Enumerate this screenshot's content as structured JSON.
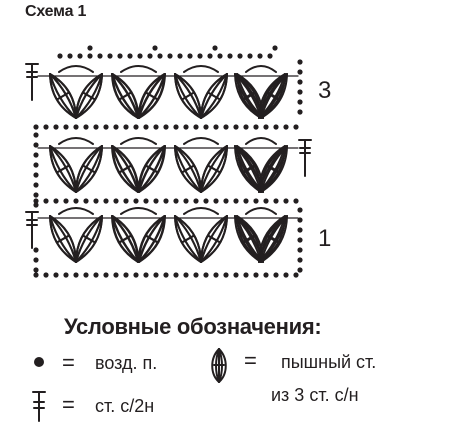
{
  "title": "Схема 1",
  "row_numbers": {
    "row3": "3",
    "row1": "1"
  },
  "legend": {
    "heading": "Условные обозначения:",
    "equals": "=",
    "items": [
      {
        "icon": "chain-stitch-dot-icon",
        "text": "возд. п."
      },
      {
        "icon": "puff-stitch-icon",
        "text_line1": "пышный ст.",
        "text_line2": "из 3 ст. с/н"
      },
      {
        "icon": "half-double-crochet-icon",
        "text": "ст. с/2н"
      }
    ]
  }
}
